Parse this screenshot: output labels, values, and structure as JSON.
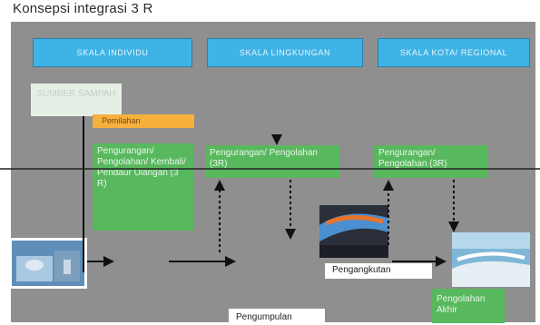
{
  "title": "Konsepsi integrasi 3 R",
  "scales": [
    {
      "label": "SKALA INDIVIDU"
    },
    {
      "label": "SKALA LINGKUNGAN"
    },
    {
      "label": "SKALA KOTA/ REGIONAL"
    }
  ],
  "source_label": "SUMBER SAMPAH",
  "pemilahan": "Pemilahan",
  "box_individu": "Pengurangan/ Pengolahan/ Kembali/ Pendaur Ulangan (3 R)",
  "box_lingkungan": "Pengurangan/ Pengolahan (3R)",
  "box_kota": "Pengurangan/ Pengolahan (3R)",
  "pengangkutan": "Pengangkutan",
  "pengumpulan": "Pengumpulan",
  "pengolahan_akhir": "Pengolahan Akhir",
  "colors": {
    "panel": "#8f8f8f",
    "scale_header": "#3fb3e6",
    "green_box": "#58b85e",
    "orange_box": "#f6b03e"
  }
}
